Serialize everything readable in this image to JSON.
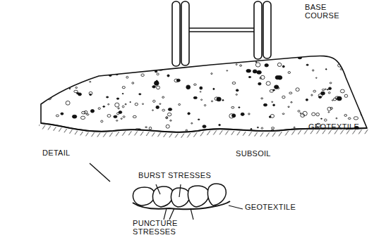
{
  "diagram": {
    "labels": [
      "BASE COURSE",
      "GEOTEXTILE",
      "DETAIL",
      "SUBSOIL",
      "BURST STRESSES",
      "GEOTEXTILE",
      "PUNCTURE STRESSES"
    ]
  }
}
